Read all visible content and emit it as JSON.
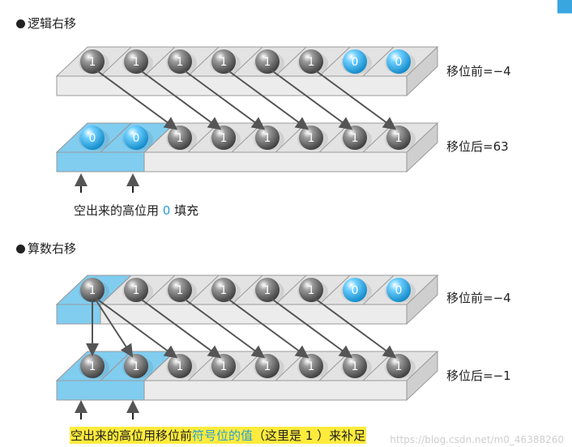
{
  "sections": [
    {
      "title": "逻辑右移",
      "before": {
        "label": "移位前=−4",
        "bits": [
          "1",
          "1",
          "1",
          "1",
          "1",
          "1",
          "0",
          "0"
        ]
      },
      "after": {
        "label": "移位后=63",
        "bits": [
          "0",
          "0",
          "1",
          "1",
          "1",
          "1",
          "1",
          "1"
        ]
      },
      "caption": {
        "pre": "空出来的高位用 ",
        "zero": "0",
        "post": " 填充"
      }
    },
    {
      "title": "算数右移",
      "before": {
        "label": "移位前=−4",
        "bits": [
          "1",
          "1",
          "1",
          "1",
          "1",
          "1",
          "0",
          "0"
        ]
      },
      "after": {
        "label": "移位后=−1",
        "bits": [
          "1",
          "1",
          "1",
          "1",
          "1",
          "1",
          "1",
          "1"
        ]
      },
      "caption": {
        "pre": "空出来的高位用移位前",
        "hl": "符号位的值",
        "post": "（这里是 1 ）来补足"
      }
    }
  ],
  "watermark": "https://blog.csdn.net/m0_46388260",
  "colors": {
    "tray": "#e3e3e3",
    "trayEdge": "#9a9a9a",
    "highlight": "#80cdf0",
    "ballDark": "#555555",
    "ballBlue": "#1aa0df",
    "arrow": "#555555"
  }
}
